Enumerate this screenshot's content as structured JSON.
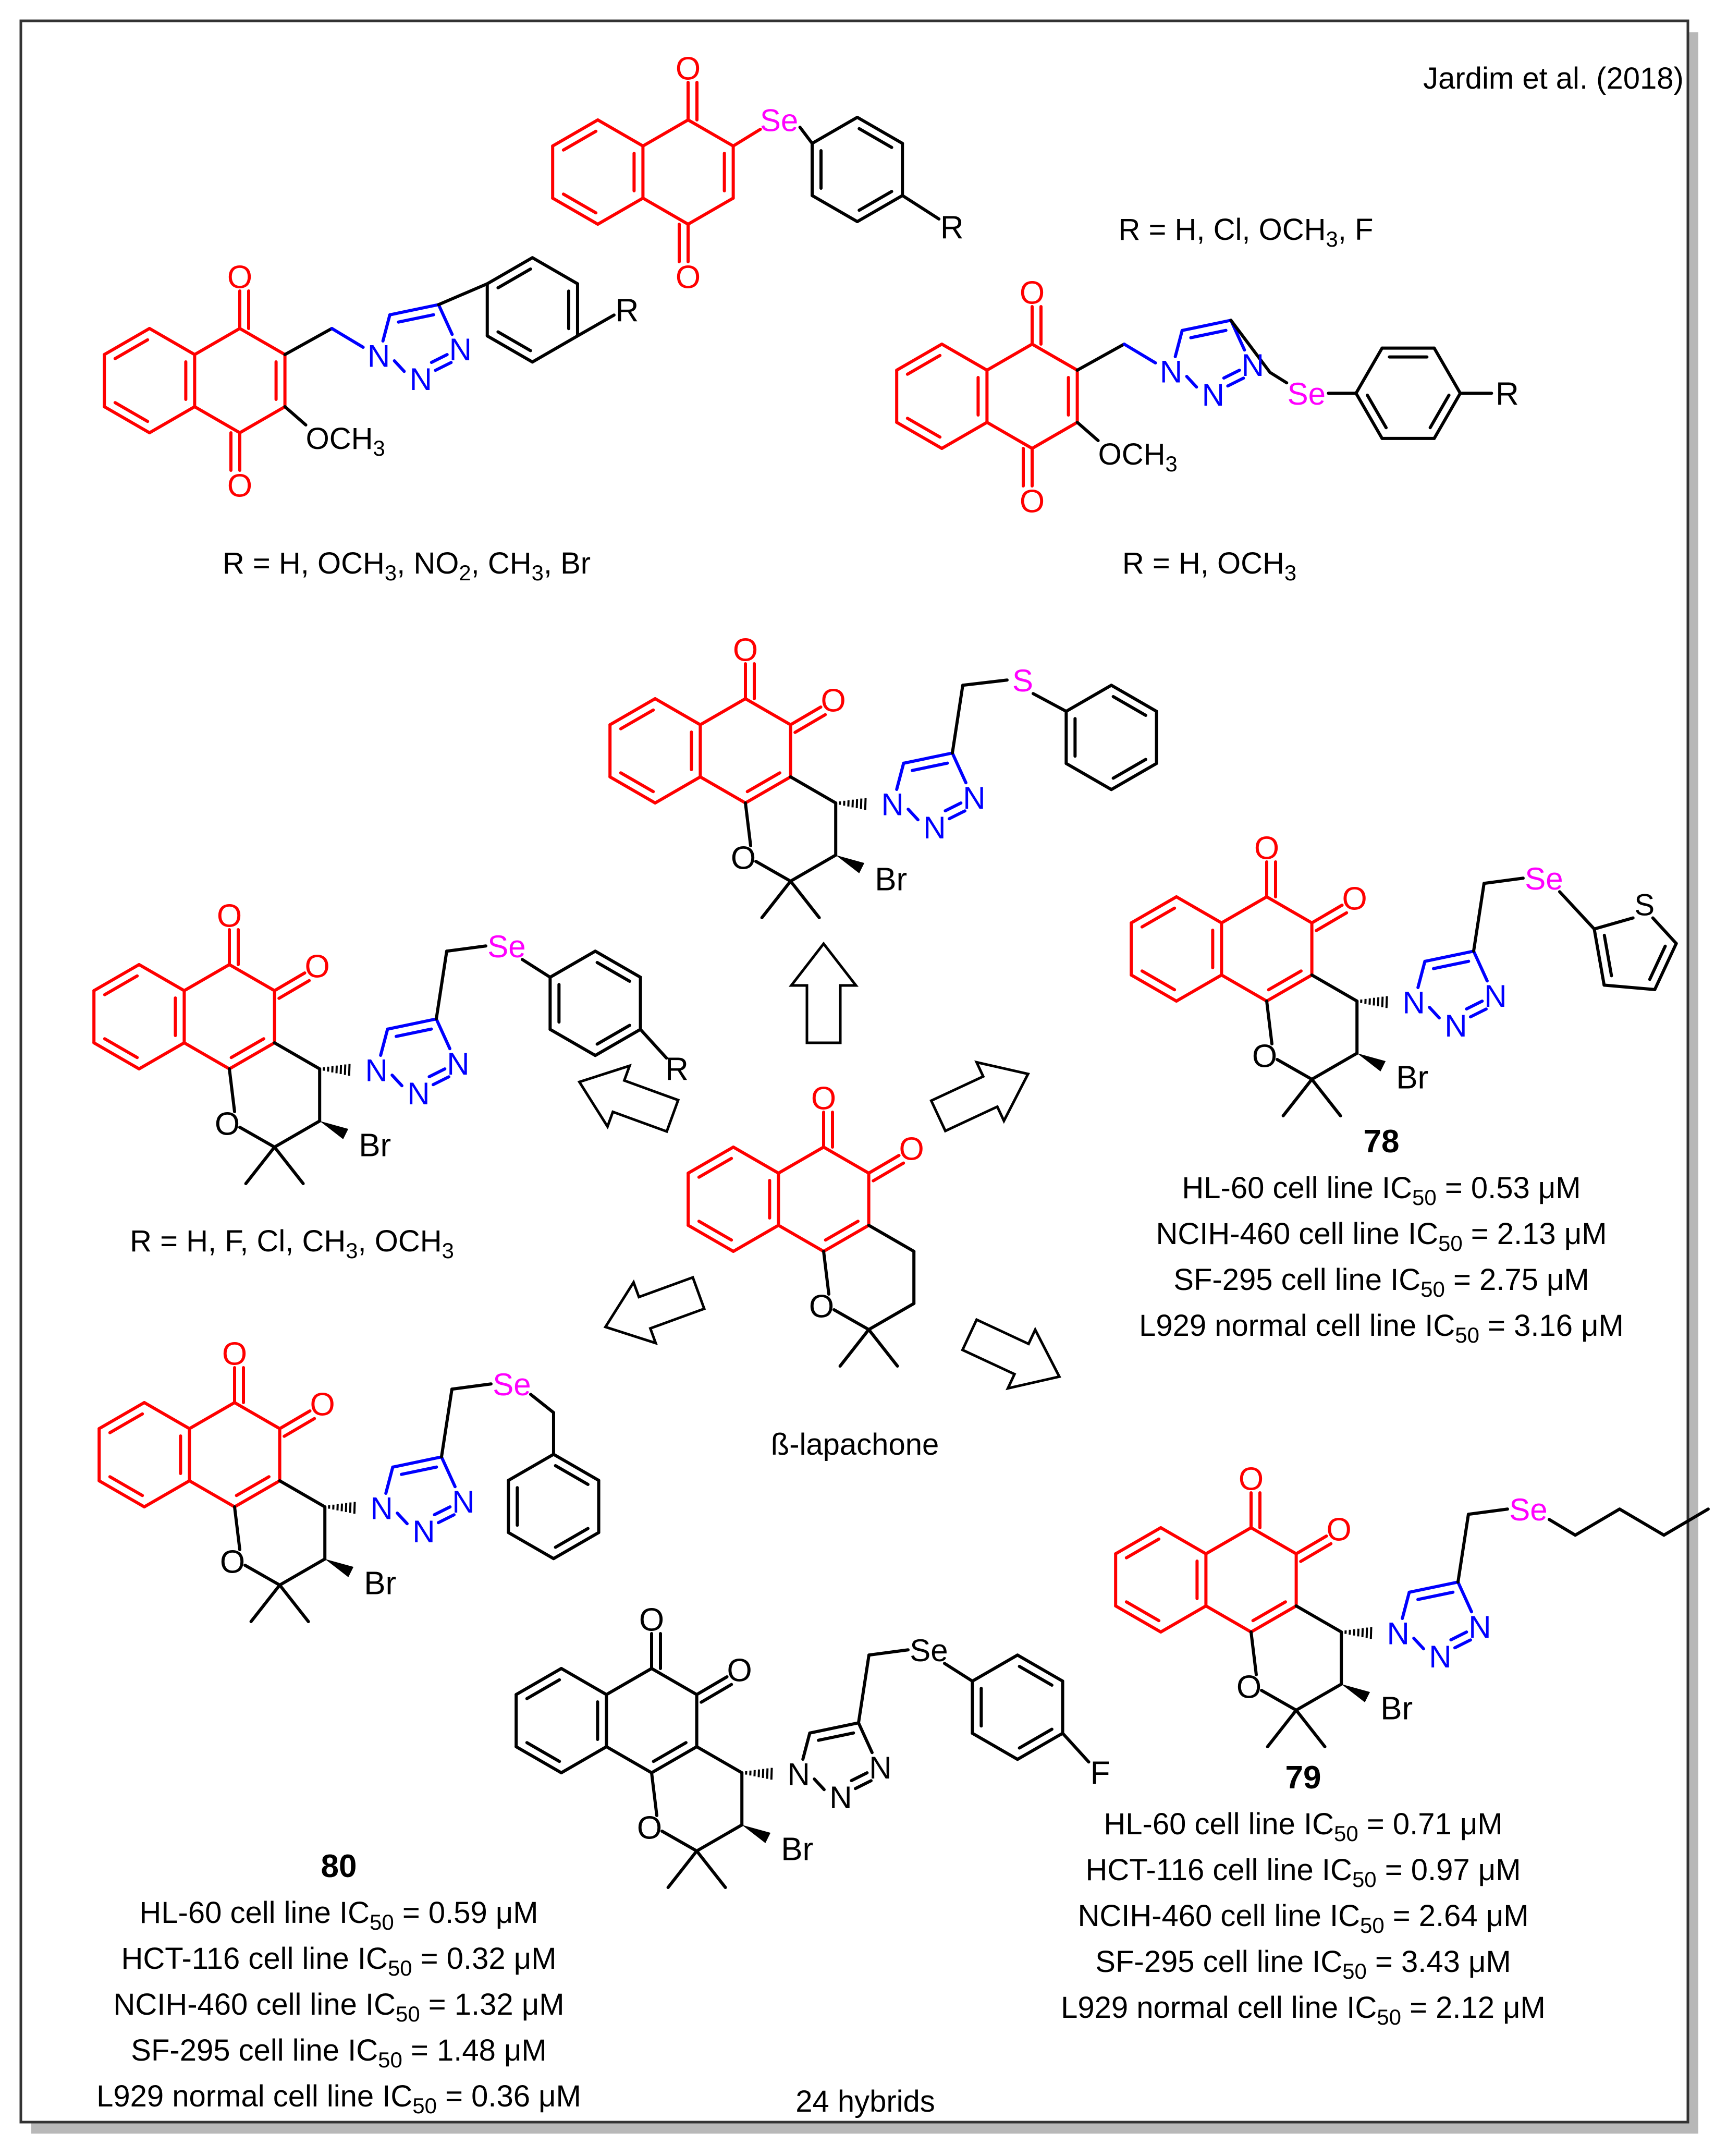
{
  "citation": "Jardim et al. (2018)",
  "parent": {
    "name": "ß-lapachone"
  },
  "labels": {
    "r_selenyl_nq": "R = H, Cl, OCH3, F",
    "r_triazole_nq": "R = H, OCH3, NO2, CH3, Br",
    "r_triazole_se_nq": "R = H, OCH3",
    "r_arylse_lapachone": "R = H, F, Cl, CH3, OCH3",
    "hybrids_count": "24 hybrids"
  },
  "atoms": {
    "O": "O",
    "N": "N",
    "Se": "Se",
    "S": "S",
    "Br": "Br",
    "R": "R",
    "F": "F",
    "OCH3": "OCH3"
  },
  "compounds": [
    {
      "id": "78",
      "activity": [
        {
          "cell_line": "HL-60 cell line",
          "value": "0.53",
          "unit": "μM"
        },
        {
          "cell_line": "NCIH-460 cell line",
          "value": "2.13",
          "unit": "μM"
        },
        {
          "cell_line": "SF-295 cell line",
          "value": "2.75",
          "unit": "μM"
        },
        {
          "cell_line": "L929 normal cell line",
          "value": "3.16",
          "unit": "μM"
        }
      ]
    },
    {
      "id": "79",
      "activity": [
        {
          "cell_line": "HL-60 cell line",
          "value": "0.71",
          "unit": "μM"
        },
        {
          "cell_line": "HCT-116 cell line",
          "value": "0.97",
          "unit": "μM"
        },
        {
          "cell_line": "NCIH-460 cell line",
          "value": "2.64",
          "unit": "μM"
        },
        {
          "cell_line": "SF-295 cell line",
          "value": "3.43",
          "unit": "μM"
        },
        {
          "cell_line": "L929 normal cell line",
          "value": "2.12",
          "unit": "μM"
        }
      ]
    },
    {
      "id": "80",
      "activity": [
        {
          "cell_line": "HL-60 cell line",
          "value": "0.59",
          "unit": "μM"
        },
        {
          "cell_line": "HCT-116 cell line",
          "value": "0.32",
          "unit": "μM"
        },
        {
          "cell_line": "NCIH-460 cell line",
          "value": "1.32",
          "unit": "μM"
        },
        {
          "cell_line": "SF-295 cell line",
          "value": "1.48",
          "unit": "μM"
        },
        {
          "cell_line": "L929 normal cell line",
          "value": "0.36",
          "unit": "μM"
        }
      ]
    }
  ],
  "colors": {
    "quinone": "#ff0000",
    "triazole": "#0000ff",
    "chalcogen": "#ff00ff",
    "bond": "#000000",
    "frame": "#333333",
    "shadow": "#9a9a9a"
  }
}
